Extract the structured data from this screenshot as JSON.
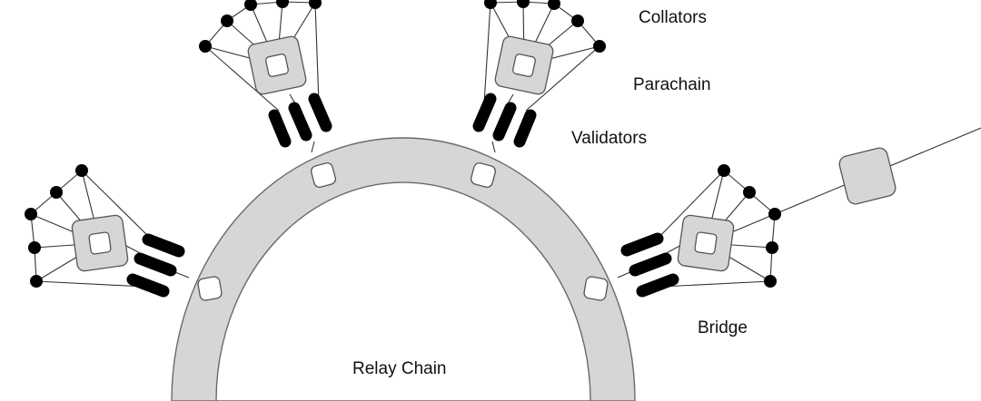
{
  "labels": {
    "collators": "Collators",
    "parachain": "Parachain",
    "validators": "Validators",
    "bridge": "Bridge",
    "relay_chain": "Relay Chain"
  },
  "colors": {
    "ring_fill": "#d6d6d6",
    "ring_stroke": "#6a6a6a",
    "block_fill": "#d6d6d6",
    "node_fill": "#000000",
    "line": "#333333",
    "background": "#ffffff"
  }
}
